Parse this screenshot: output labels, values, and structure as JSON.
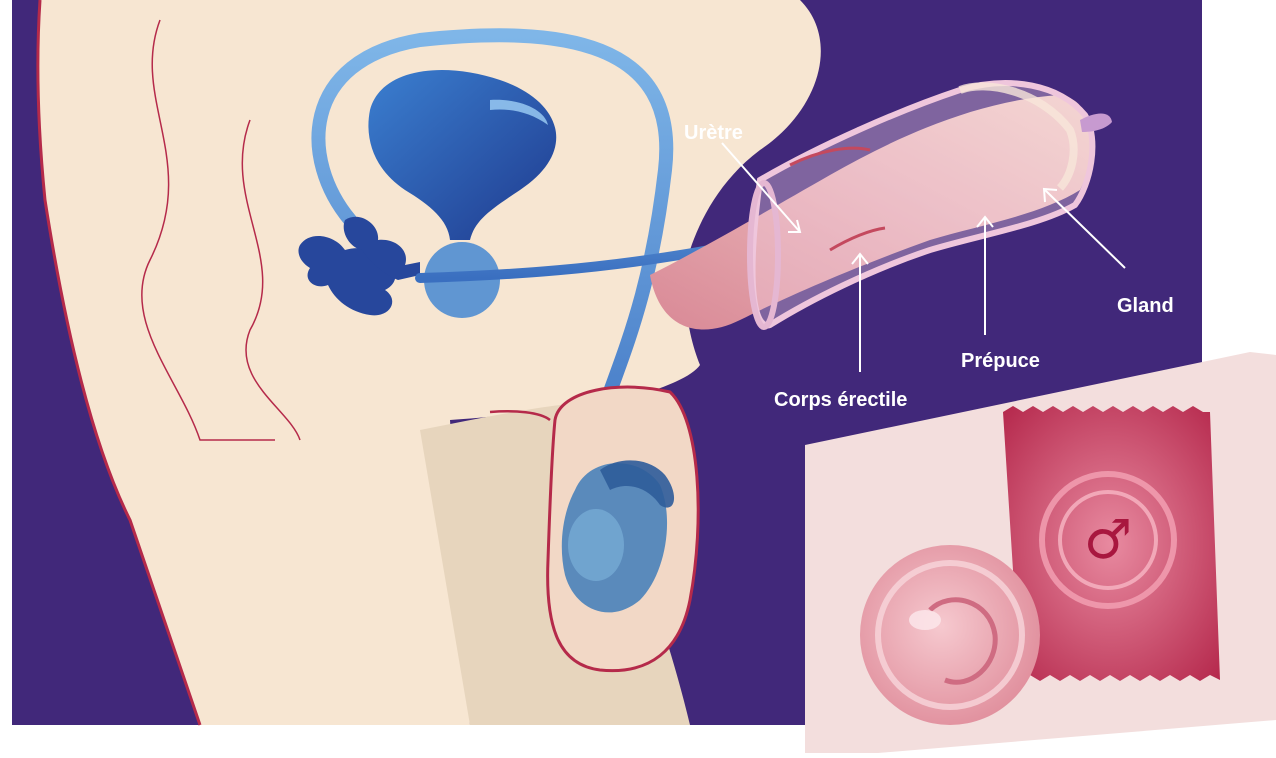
{
  "diagram": {
    "subject": "male reproductive anatomy with condom",
    "colors": {
      "background": "#41287a",
      "skin": "#f7e6d2",
      "skin_shadow": "#e7d5bd",
      "outline": "#b52a4a",
      "organ_blue": "#2a63b8",
      "organ_dark": "#1f3a8e",
      "condom_pink": "#e69aa6",
      "packet_red": "#c8385a",
      "panel": "#f3dedd"
    },
    "labels": {
      "urethra": "Urètre",
      "erectile_body": "Corps érectile",
      "foreskin": "Prépuce",
      "glans": "Gland"
    },
    "packet_symbol": "♂",
    "icons": [
      "male-symbol-icon",
      "condom-packet-icon",
      "rolled-condom-icon"
    ]
  }
}
